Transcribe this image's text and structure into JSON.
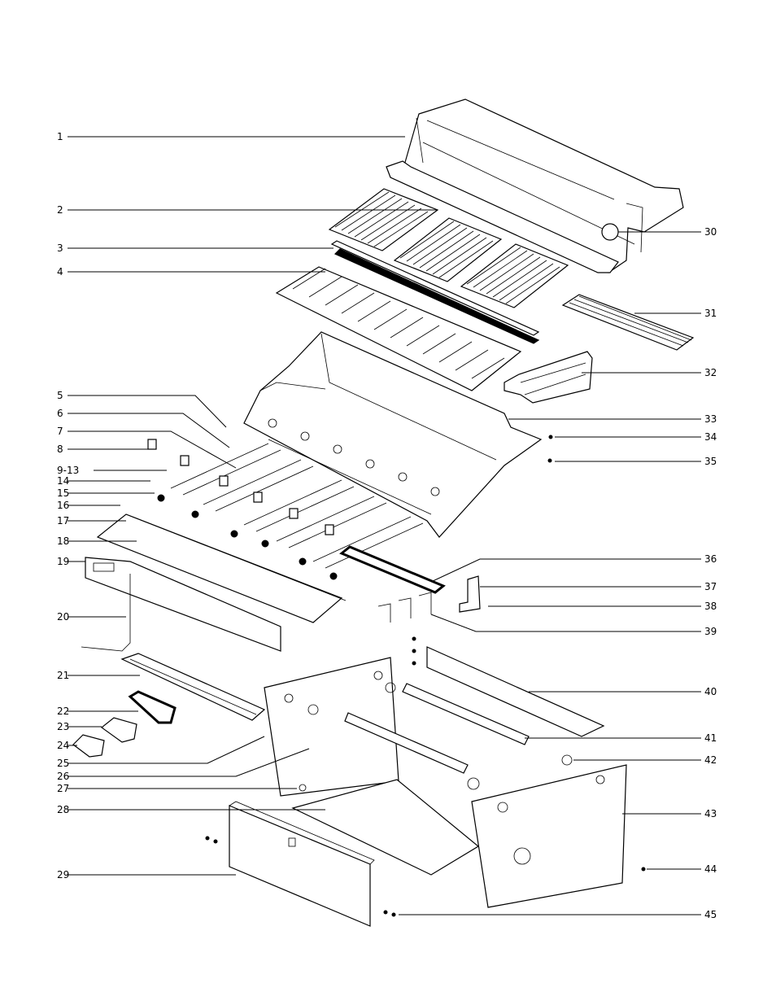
{
  "callouts": [
    {
      "num": "1"
    },
    {
      "num": "2"
    },
    {
      "num": "3"
    },
    {
      "num": "4"
    },
    {
      "num": "5"
    },
    {
      "num": "6"
    },
    {
      "num": "7"
    },
    {
      "num": "8"
    },
    {
      "num": "9-13"
    },
    {
      "num": "14"
    },
    {
      "num": "15"
    },
    {
      "num": "16"
    },
    {
      "num": "17"
    },
    {
      "num": "18"
    },
    {
      "num": "19"
    },
    {
      "num": "20"
    },
    {
      "num": "21"
    },
    {
      "num": "22"
    },
    {
      "num": "23"
    },
    {
      "num": "24"
    },
    {
      "num": "25"
    },
    {
      "num": "26"
    },
    {
      "num": "27"
    },
    {
      "num": "28"
    },
    {
      "num": "29"
    },
    {
      "num": "30"
    },
    {
      "num": "31"
    },
    {
      "num": "32"
    },
    {
      "num": "33"
    },
    {
      "num": "34"
    },
    {
      "num": "35"
    },
    {
      "num": "36"
    },
    {
      "num": "37"
    },
    {
      "num": "38"
    },
    {
      "num": "39"
    },
    {
      "num": "40"
    },
    {
      "num": "41"
    },
    {
      "num": "42"
    },
    {
      "num": "43"
    },
    {
      "num": "44"
    },
    {
      "num": "45"
    }
  ]
}
